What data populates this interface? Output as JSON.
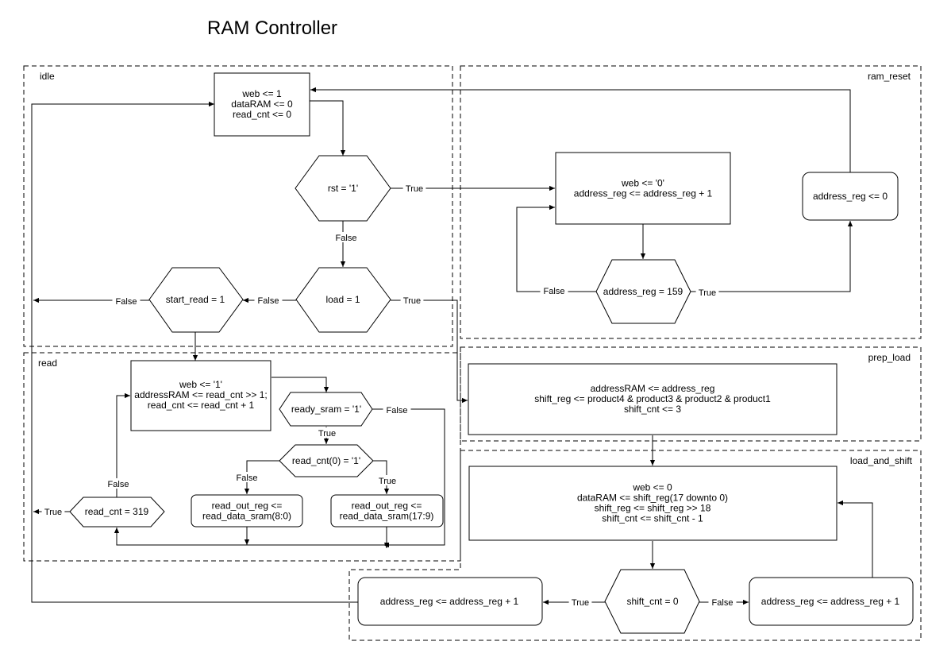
{
  "title": "RAM Controller",
  "regions": {
    "idle": "idle",
    "ram_reset": "ram_reset",
    "read": "read",
    "prep_load": "prep_load",
    "load_and_shift": "load_and_shift"
  },
  "nodes": {
    "idle_init": [
      "web <= 1",
      "dataRAM <= 0",
      "read_cnt <= 0"
    ],
    "rst_check": [
      "rst = '1'"
    ],
    "load_check": [
      "load = 1"
    ],
    "start_read_check": [
      "start_read = 1"
    ],
    "reset_write": [
      "web <= '0'",
      "address_reg <= address_reg + 1"
    ],
    "reset_addr_check": [
      "address_reg = 159"
    ],
    "reset_addr_clear": [
      "address_reg <= 0"
    ],
    "read_setup": [
      "web <= '1'",
      "addressRAM <= read_cnt >> 1;",
      "read_cnt <= read_cnt + 1"
    ],
    "ready_check": [
      "ready_sram = '1'"
    ],
    "read_cnt_bit_check": [
      "read_cnt(0) = '1'"
    ],
    "read_low": [
      "read_out_reg <=",
      "read_data_sram(8:0)"
    ],
    "read_high": [
      "read_out_reg <=",
      "read_data_sram(17:9)"
    ],
    "read_cnt_check": [
      "read_cnt = 319"
    ],
    "prep_load_box": [
      "addressRAM <= address_reg",
      "shift_reg <= product4 & product3 & product2 & product1",
      "shift_cnt <= 3"
    ],
    "load_shift_box": [
      "web <= 0",
      "dataRAM <= shift_reg(17 downto 0)",
      "shift_reg <= shift_reg >> 18",
      "shift_cnt <= shift_cnt - 1"
    ],
    "shift_cnt_check": [
      "shift_cnt = 0"
    ],
    "addr_inc_true": [
      "address_reg <= address_reg + 1"
    ],
    "addr_inc_false": [
      "address_reg <= address_reg + 1"
    ]
  },
  "edge_labels": {
    "rst_true": "True",
    "rst_false": "False",
    "load_false": "False",
    "load_true": "True",
    "start_read_false": "False",
    "reset_addr_false": "False",
    "reset_addr_true": "True",
    "ready_true": "True",
    "ready_false": "False",
    "bit_false": "False",
    "bit_true": "True",
    "read_cnt_false": "False",
    "read_cnt_true": "True",
    "shift_true": "True",
    "shift_false": "False"
  }
}
